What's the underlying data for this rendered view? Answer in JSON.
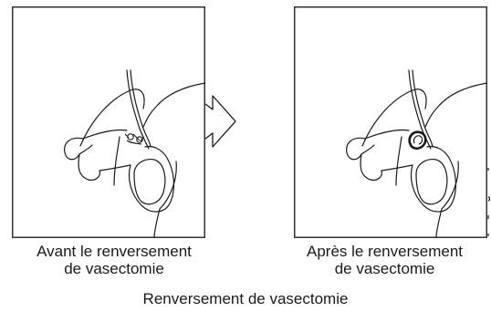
{
  "panels": [
    {
      "id": "before",
      "caption_line1": "Avant le renversement",
      "caption_line2": "de vasectomie",
      "detail": "vas-ends-separated-with-sutures"
    },
    {
      "id": "after",
      "caption_line1": "Après le renversement",
      "caption_line2": "de vasectomie",
      "detail": "vas-ends-reconnected"
    }
  ],
  "figure_title": "Renversement de vasectomie",
  "colors": {
    "line": "#1a1a1a",
    "frame": "#333333",
    "background": "#ffffff"
  },
  "icons": {
    "transition": "right-arrow-outline-icon"
  }
}
